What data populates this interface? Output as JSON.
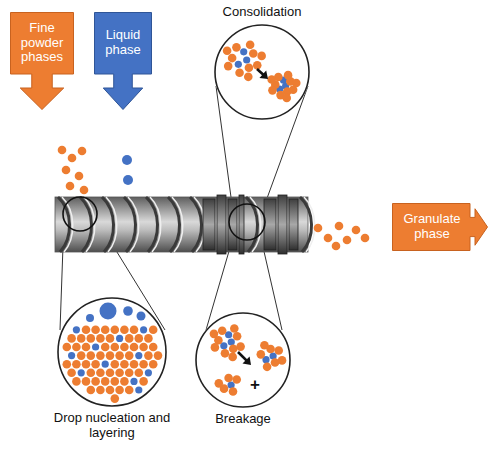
{
  "diagram": {
    "nodes": [
      {
        "text": [
          "Fine powder phases"
        ]
      },
      {
        "text": [
          "Liquid phase"
        ]
      },
      {
        "text": [
          "Consolidation"
        ]
      },
      {
        "text": [
          "Granulate phase"
        ]
      },
      {
        "text": [
          "Drop nucleation and layering"
        ]
      },
      {
        "text": [
          "Breakage"
        ]
      }
    ],
    "labels": [
      "+"
    ]
  }
}
